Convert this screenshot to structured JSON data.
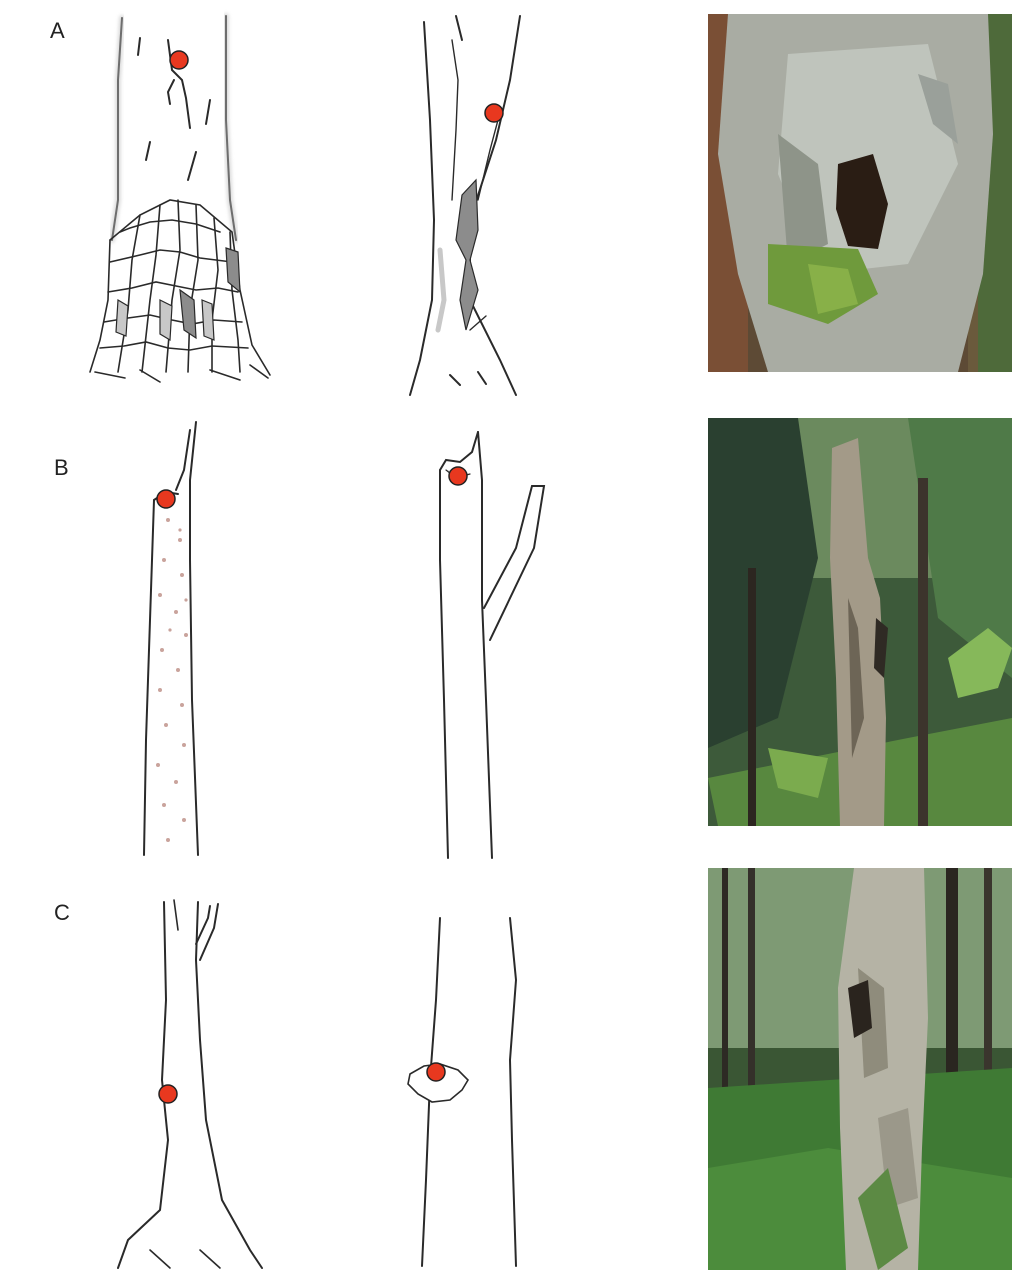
{
  "rows": [
    {
      "label": "A"
    },
    {
      "label": "B"
    },
    {
      "label": "C"
    }
  ],
  "colors": {
    "marker_fill": "#e8381f",
    "marker_stroke": "#222222",
    "line": "#2a2a2a",
    "shade": "#8c8c8c",
    "light_shade": "#c8c8c8",
    "dot": "#c9a39c"
  },
  "icons": [
    "tree-trunk-drawing",
    "red-marker-dot",
    "tree-photo"
  ]
}
